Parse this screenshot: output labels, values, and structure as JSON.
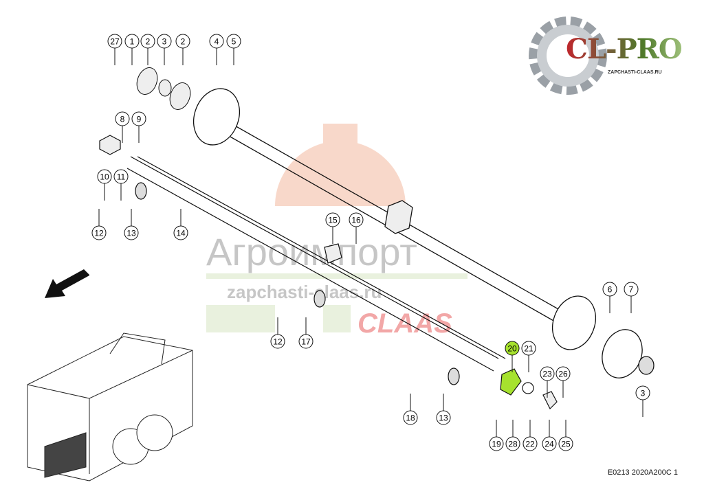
{
  "logo": {
    "title": "CL-PRO",
    "subtitle": "ZAPCHASTI-CLAAS.RU"
  },
  "watermark": {
    "brand": "Агроимпорт",
    "site": "zapchasti-claas.ru",
    "maker": "CLAAS"
  },
  "callouts": [
    "27",
    "1",
    "2",
    "3",
    "2",
    "4",
    "5",
    "8",
    "9",
    "10",
    "11",
    "12",
    "13",
    "14",
    "15",
    "16",
    "6",
    "7",
    "12",
    "17",
    "20",
    "21",
    "23",
    "26",
    "3",
    "18",
    "13",
    "19",
    "28",
    "22",
    "24",
    "25"
  ],
  "highlighted_callout": "20",
  "highlight_color": "#a6e22e",
  "footer": "E0213 2020A200C 1"
}
